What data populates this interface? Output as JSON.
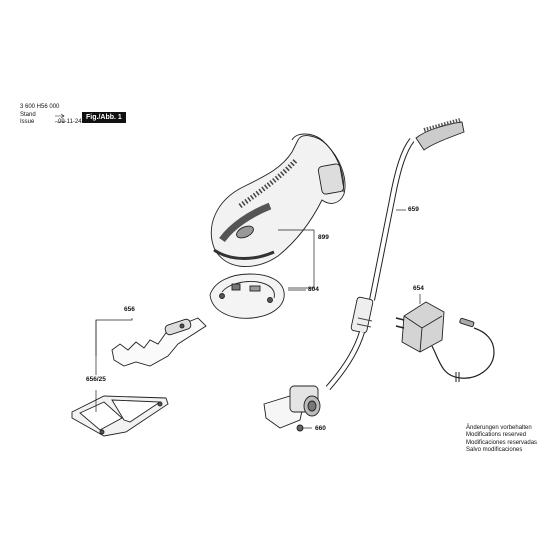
{
  "header": {
    "doc_number": "3 600 H56 000",
    "stand_label": "Stand",
    "issue_label": "Issue",
    "issue_date": "09-11-24",
    "figure_label": "Fig./Abb. 1"
  },
  "part_labels": {
    "p899": "899",
    "p804": "804",
    "p656": "656",
    "p656_25": "656/25",
    "p659": "659",
    "p654": "654",
    "p660": "660"
  },
  "notes": [
    "Änderungen vorbehalten",
    "Modifications reserved",
    "Modificaciones reservadas",
    "Salvo modificaciones"
  ]
}
